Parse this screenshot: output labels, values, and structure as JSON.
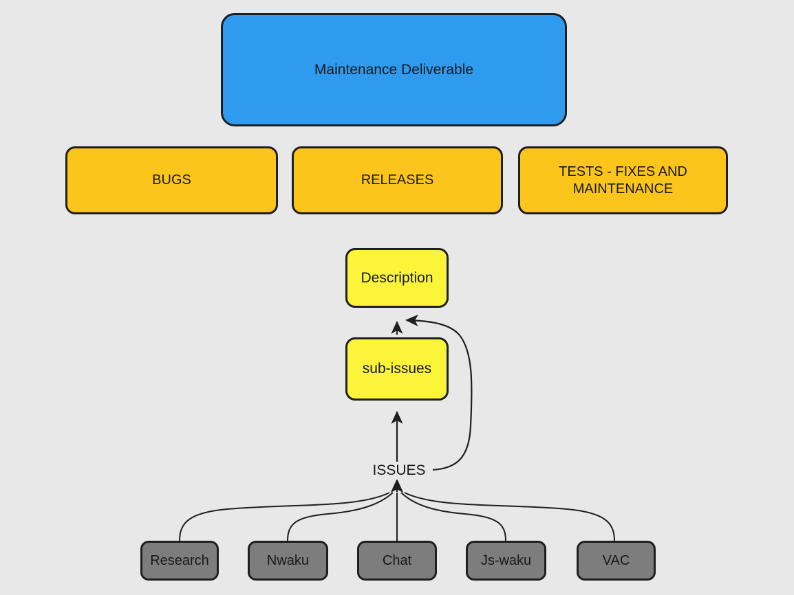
{
  "diagram": {
    "title_node": {
      "label": "Maintenance Deliverable"
    },
    "background_color": "#e8e8e8",
    "colors": {
      "deliverable": "#2e9bef",
      "category": "#fbc51b",
      "detail": "#fbf439",
      "source": "#7d7d7d",
      "stroke": "#1f1f1f",
      "text": "#17191c"
    },
    "categories": [
      {
        "label": "BUGS"
      },
      {
        "label": "RELEASES"
      },
      {
        "label": "TESTS - FIXES AND MAINTENANCE"
      }
    ],
    "details": [
      {
        "label": "Description"
      },
      {
        "label": "sub-issues"
      }
    ],
    "edge_labels": [
      {
        "label": "ISSUES"
      }
    ],
    "sources": [
      {
        "label": "Research"
      },
      {
        "label": "Nwaku"
      },
      {
        "label": "Chat"
      },
      {
        "label": "Js-waku"
      },
      {
        "label": "VAC"
      }
    ]
  }
}
